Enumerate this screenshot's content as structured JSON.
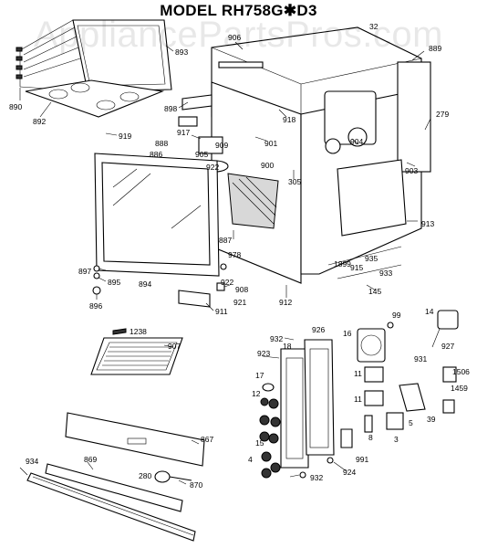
{
  "title": "MODEL RH758G✱D3",
  "watermark": "AppliancePartsPros.com",
  "labels": {
    "l893": "893",
    "l890": "890",
    "l892": "892",
    "l906": "906",
    "l32": "32",
    "l889": "889",
    "l279": "279",
    "l898": "898",
    "l918": "918",
    "l917": "917",
    "l919": "919",
    "l901": "901",
    "l904": "904",
    "l888": "888",
    "l909": "909",
    "l905": "905",
    "l886": "886",
    "l922a": "922",
    "l900": "900",
    "l903": "903",
    "l305": "305",
    "l887": "887",
    "l913": "913",
    "l978": "978",
    "l897": "897",
    "l895": "895",
    "l896": "896",
    "l894": "894",
    "l922b": "922",
    "l908": "908",
    "l1899": "1899",
    "l935": "935",
    "l915": "915",
    "l933": "933",
    "l145": "145",
    "l921": "921",
    "l912": "912",
    "l911": "911",
    "l932a": "932",
    "l926": "926",
    "l99": "99",
    "l14": "14",
    "l1238": "1238",
    "l907": "907",
    "l923": "923",
    "l18": "18",
    "l16": "16",
    "l927": "927",
    "l931": "931",
    "l1506": "1506",
    "l17": "17",
    "l11a": "11",
    "l11b": "11",
    "l1459": "1459",
    "l12": "12",
    "l39": "39",
    "l5": "5",
    "l3": "3",
    "l867": "867",
    "l15": "15",
    "l8": "8",
    "l991": "991",
    "l934": "934",
    "l869": "869",
    "l4": "4",
    "l280": "280",
    "l870": "870",
    "l932b": "932",
    "l924": "924"
  }
}
